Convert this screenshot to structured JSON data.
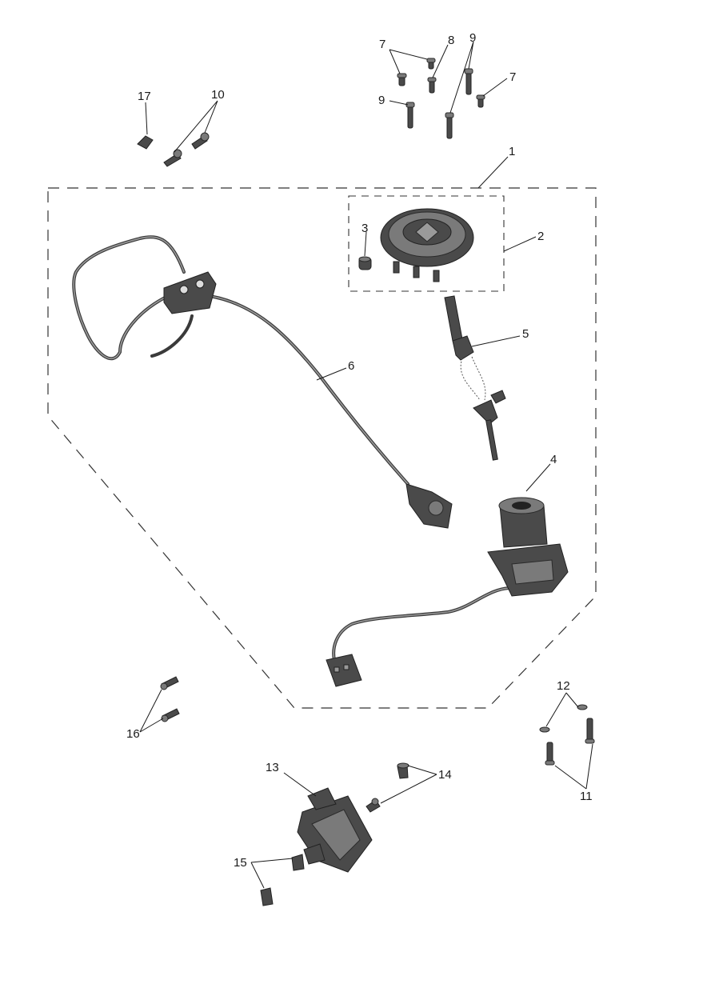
{
  "callouts": {
    "c1": "1",
    "c2": "2",
    "c3": "3",
    "c4": "4",
    "c5": "5",
    "c6": "6",
    "c7a": "7",
    "c7b": "7",
    "c8": "8",
    "c9a": "9",
    "c9b": "9",
    "c10": "10",
    "c11": "11",
    "c12": "12",
    "c13": "13",
    "c14": "14",
    "c15": "15",
    "c16": "16",
    "c17": "17"
  },
  "colors": {
    "part_dark": "#4a4a4a",
    "part_light": "#7a7a7a",
    "line": "#1a1a1a",
    "background": "#ffffff"
  }
}
